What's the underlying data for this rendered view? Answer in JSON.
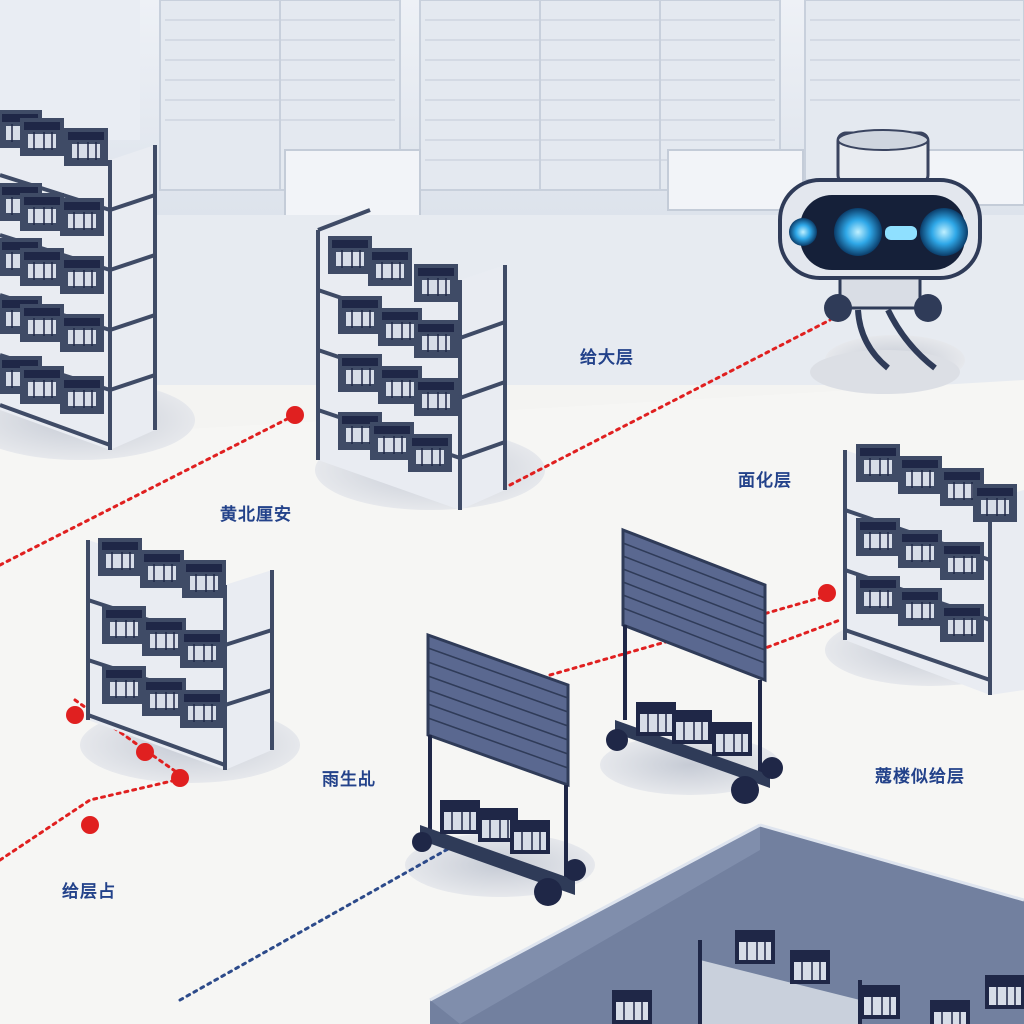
{
  "scene": {
    "description_colors": {
      "floor": "#f4f4f2",
      "wall": "#e6eaf0",
      "shelf_frame": "#3f4b66",
      "box_dark": "#1f2747",
      "box_light": "#d7dde8",
      "route_red": "#e02020",
      "route_blue": "#2c4a8a",
      "label_blue": "#23428a",
      "robot_glow": "#2fa8e8"
    }
  },
  "labels": {
    "zone_1": "给大层",
    "zone_2": "黄北厘安",
    "zone_3": "面化层",
    "zone_4": "雨生乩",
    "zone_5": "蔻楼似给层",
    "zone_6": "给层占"
  },
  "icons": {
    "robot": "warehouse-robot-icon",
    "waypoint": "route-waypoint-dot"
  }
}
